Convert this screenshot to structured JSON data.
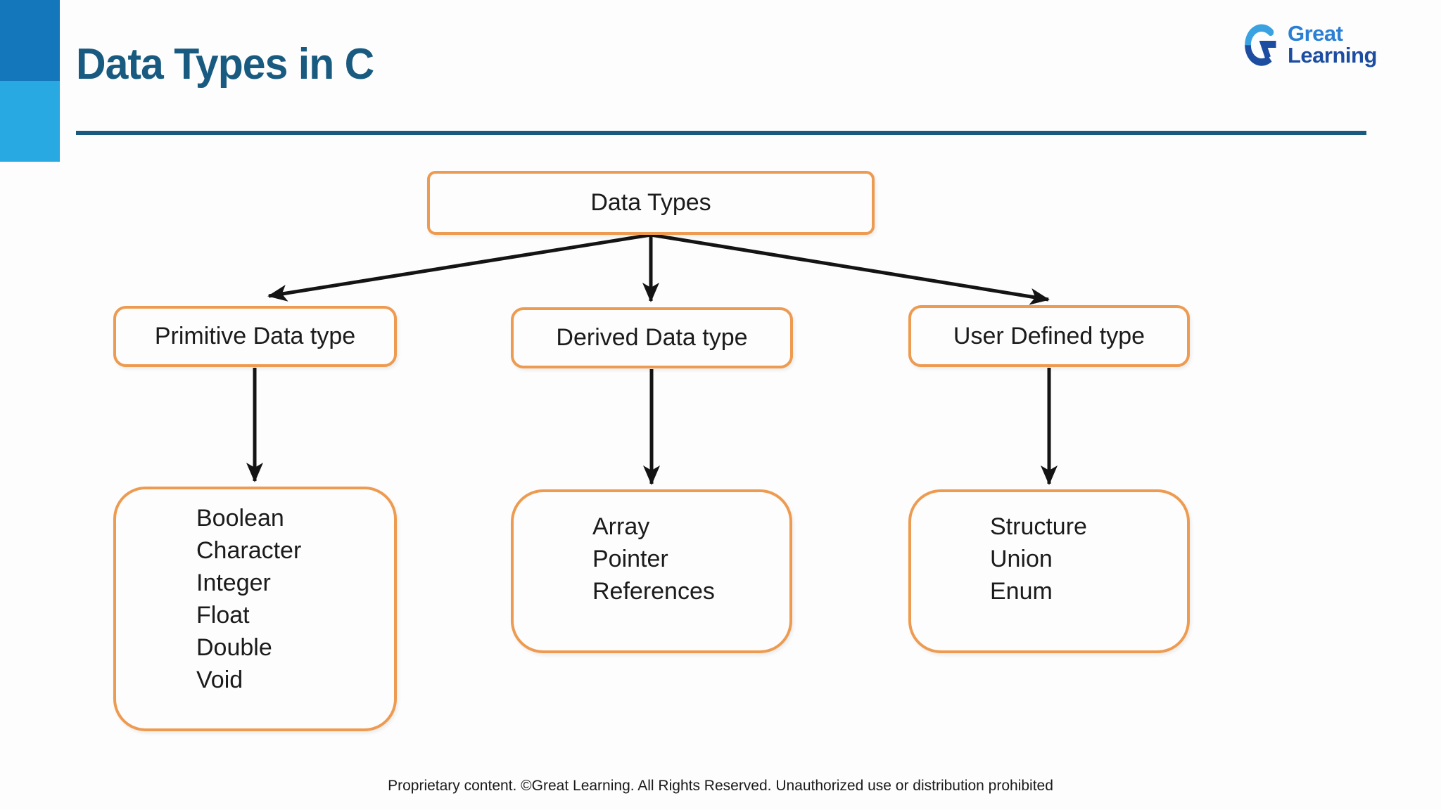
{
  "colors": {
    "accent_orange": "#ED9B50",
    "title_blue": "#185a80",
    "bar_dark_blue": "#1476bb",
    "bar_light_blue": "#29a9e1",
    "logo_blue": "#2a7fd4",
    "logo_dark_blue": "#1c4da0",
    "logo_light_blue": "#3aa2e0",
    "arrow_color": "#141414",
    "text_color": "#1b1b1b"
  },
  "header": {
    "title": "Data Types in C"
  },
  "logo": {
    "mark": "great-learning-g-mark",
    "line1": "Great",
    "line2": "Learning"
  },
  "diagram": {
    "root": {
      "label": "Data Types"
    },
    "branches": [
      {
        "label": "Primitive Data type",
        "items": [
          "Boolean",
          "Character",
          "Integer",
          "Float",
          "Double",
          "Void"
        ]
      },
      {
        "label": "Derived Data type",
        "items": [
          "Array",
          "Pointer",
          "References"
        ]
      },
      {
        "label": "User Defined type",
        "items": [
          "Structure",
          "Union",
          "Enum"
        ]
      }
    ]
  },
  "footer": {
    "text": "Proprietary content. ©Great Learning. All Rights Reserved. Unauthorized use or distribution prohibited"
  }
}
